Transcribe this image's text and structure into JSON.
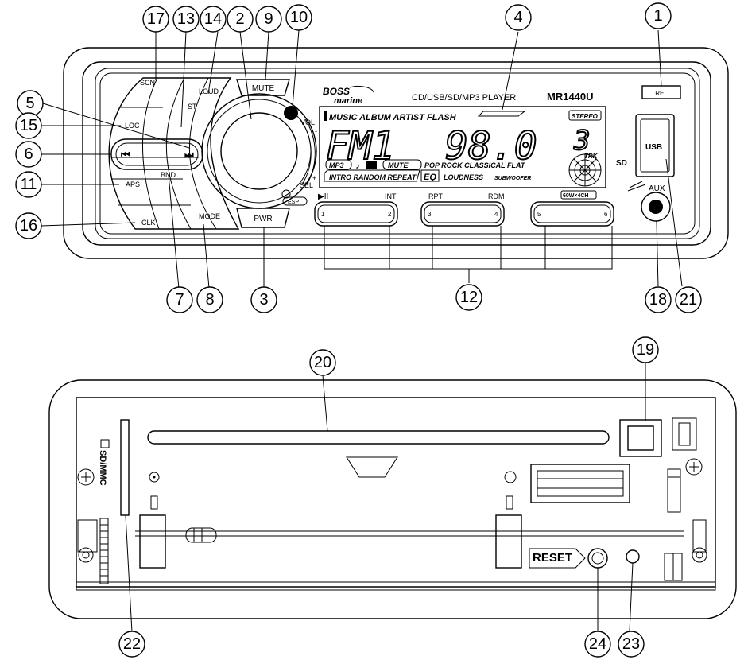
{
  "callouts": {
    "c1": "1",
    "c2": "2",
    "c3": "3",
    "c4": "4",
    "c5": "5",
    "c6": "6",
    "c7": "7",
    "c8": "8",
    "c9": "9",
    "c10": "10",
    "c11": "11",
    "c12": "12",
    "c13": "13",
    "c14": "14",
    "c15": "15",
    "c16": "16",
    "c17": "17",
    "c18": "18",
    "c19": "19",
    "c20": "20",
    "c21": "21",
    "c22": "22",
    "c23": "23",
    "c24": "24"
  },
  "front": {
    "brand_top": "BOSS",
    "brand_bottom": "marine",
    "product_line": "CD/USB/SD/MP3 PLAYER",
    "model": "MR1440U",
    "buttons": {
      "scn": "SCN",
      "loud": "LOUD",
      "mute": "MUTE",
      "loc": "LOC",
      "st": "ST",
      "bnd": "BND",
      "aps": "APS",
      "mode": "MODE",
      "clk": "CLK",
      "pwr": "PWR",
      "rel": "REL",
      "vol": "VOL",
      "sel": "SEL",
      "minus": "-",
      "plus": "+",
      "usb": "USB",
      "sd": "SD",
      "aux": "AUX",
      "esp": "ESP",
      "play_pause": "▶II",
      "int": "INT",
      "rpt": "RPT",
      "rdm": "RDM",
      "preset_1": "1",
      "preset_2": "2",
      "preset_3": "3",
      "preset_4": "4",
      "preset_5": "5",
      "preset_6": "6",
      "power_badge": "60W×4CH"
    },
    "lcd": {
      "row1": "MUSIC ALBUM ARTIST FLASH",
      "stereo": "STEREO",
      "band": "FM1",
      "freq": "98.0",
      "track_num": "3",
      "trk": "TRK",
      "mp3": "MP3",
      "mute": "MUTE",
      "eq_modes": "POP ROCK CLASSICAL FLAT",
      "row_bottom": "INTRO RANDOM REPEAT",
      "eq": "EQ",
      "loudness": "LOUDNESS",
      "subwoofer": "SUBWOOFER"
    }
  },
  "back": {
    "sd_mmc": "SD/MMC",
    "reset": "RESET"
  }
}
